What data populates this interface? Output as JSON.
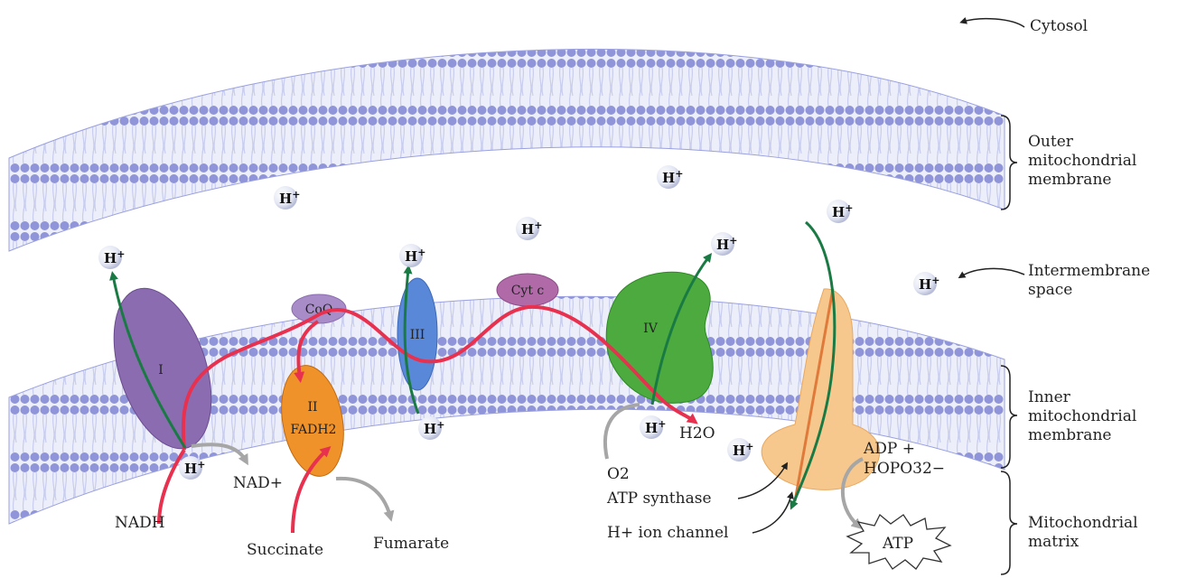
{
  "regions": {
    "cytosol": "Cytosol",
    "outer_membrane": [
      "Outer",
      "mitochondrial",
      "membrane"
    ],
    "intermembrane_space": [
      "Intermembrane",
      "space"
    ],
    "inner_membrane": [
      "Inner",
      "mitochondrial",
      "membrane"
    ],
    "matrix": [
      "Mitochondrial",
      "matrix"
    ]
  },
  "proton": "H",
  "proton_charge": "+",
  "complexes": {
    "c1": "I",
    "coq": "CoQ",
    "c2": "II",
    "c2_cofactor": "FADH2",
    "c3": "III",
    "cytc": "Cyt c",
    "c4": "IV"
  },
  "molecules": {
    "nadh": "NADH",
    "nad": "NAD+",
    "succinate": "Succinate",
    "fumarate": "Fumarate",
    "o2": "O2",
    "h2o": "H2O",
    "adp_line1": "ADP +",
    "adp_line2": "HOPO32−",
    "atp": "ATP"
  },
  "labels": {
    "atp_synthase": "ATP synthase",
    "ion_channel": "H+ ion channel"
  },
  "colors": {
    "membrane": "#9aa0e0",
    "complex_I": "#8c6cb0",
    "complex_II": "#f0922a",
    "complex_III": "#5a88d8",
    "complex_IV": "#4caa3e",
    "atp_synthase": "#f6c88e",
    "electron_path": "#e8304f",
    "proton_path": "#1a7a44",
    "product_arrow": "#a6a6a6"
  }
}
